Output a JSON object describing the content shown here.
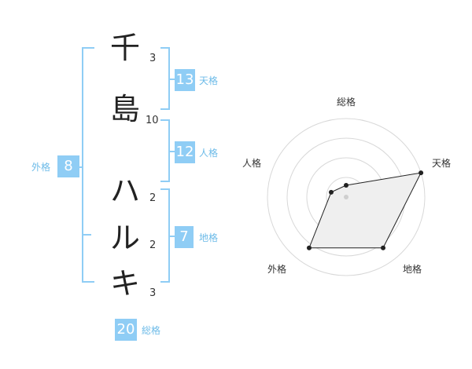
{
  "name": {
    "chars": [
      {
        "char": "千",
        "strokes": "3"
      },
      {
        "char": "島",
        "strokes": "10"
      },
      {
        "char": "ハ",
        "strokes": "2"
      },
      {
        "char": "ル",
        "strokes": "2"
      },
      {
        "char": "キ",
        "strokes": "3"
      }
    ]
  },
  "kaku": {
    "tenkaku": {
      "value": "13",
      "label": "天格"
    },
    "jinkaku": {
      "value": "12",
      "label": "人格"
    },
    "chikaku": {
      "value": "7",
      "label": "地格"
    },
    "gaikaku": {
      "value": "8",
      "label": "外格"
    },
    "soukaku": {
      "value": "20",
      "label": "総格"
    }
  },
  "colors": {
    "accent": "#8fcdf5",
    "accent_text": "#6dbbe8",
    "radar_fill": "#efefef",
    "radar_grid": "#d8d8d8"
  },
  "chart_data": {
    "type": "radar",
    "axes": [
      "総格",
      "天格",
      "地格",
      "外格",
      "人格"
    ],
    "values": [
      0.15,
      1.0,
      0.8,
      0.8,
      0.2
    ],
    "range": [
      0,
      1
    ],
    "rings": 4
  }
}
